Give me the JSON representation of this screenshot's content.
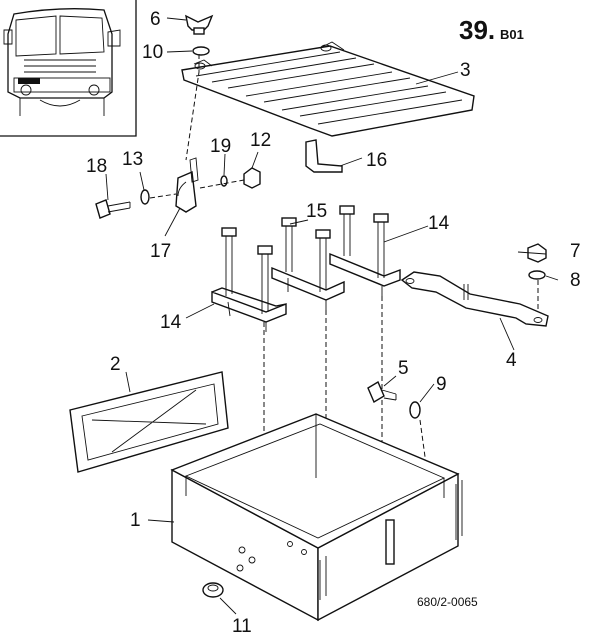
{
  "page": {
    "number": "39.",
    "section": "B01",
    "drawing_ref": "680/2-0065"
  },
  "callouts": {
    "c1": "1",
    "c2": "2",
    "c3": "3",
    "c4": "4",
    "c5": "5",
    "c6": "6",
    "c7": "7",
    "c8": "8",
    "c9": "9",
    "c10": "10",
    "c11": "11",
    "c12": "12",
    "c13": "13",
    "c14a": "14",
    "c14b": "14",
    "c15": "15",
    "c16": "16",
    "c17": "17",
    "c18": "18",
    "c19": "19"
  }
}
